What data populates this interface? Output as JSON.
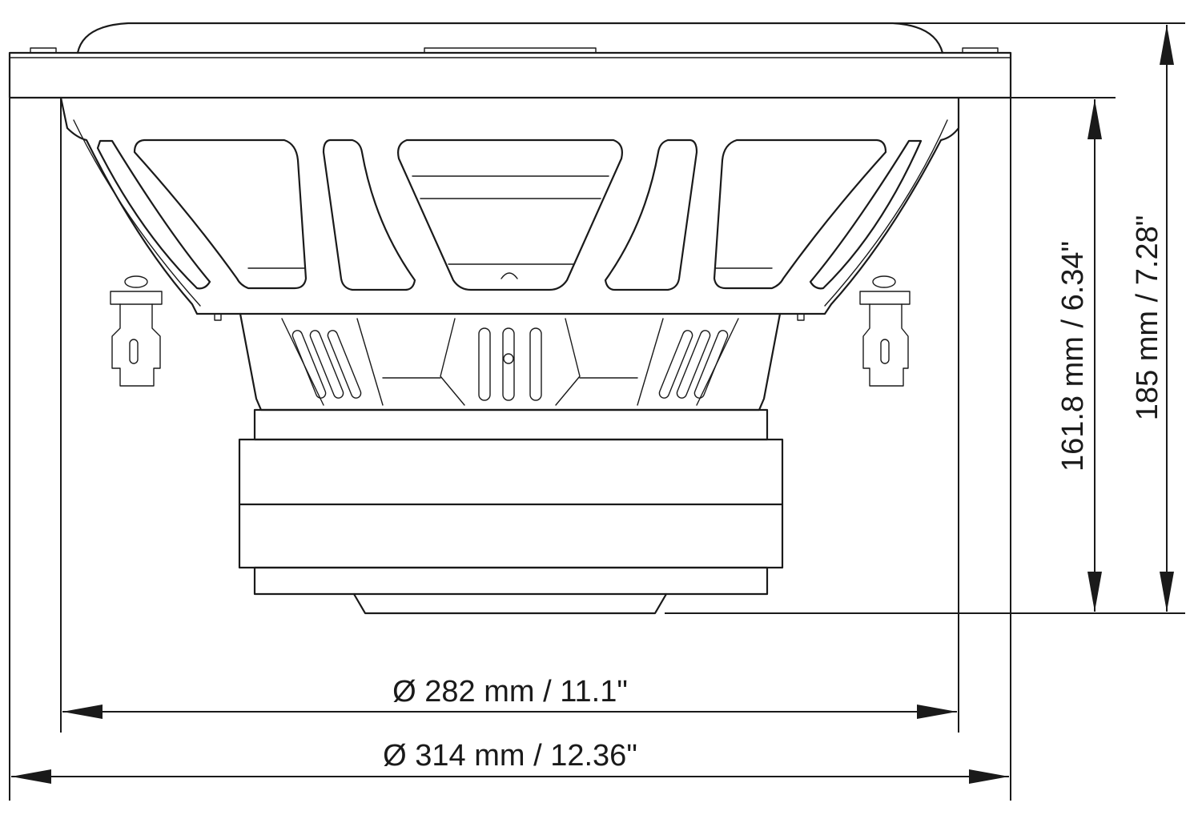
{
  "dimensions": {
    "inner_diameter": "Ø 282 mm / 11.1\"",
    "outer_diameter": "Ø 314 mm / 12.36\"",
    "mounting_depth": "161.8 mm / 6.34\"",
    "total_depth": "185 mm / 7.28\""
  },
  "colors": {
    "line": "#1a1a1a",
    "background": "#ffffff"
  }
}
